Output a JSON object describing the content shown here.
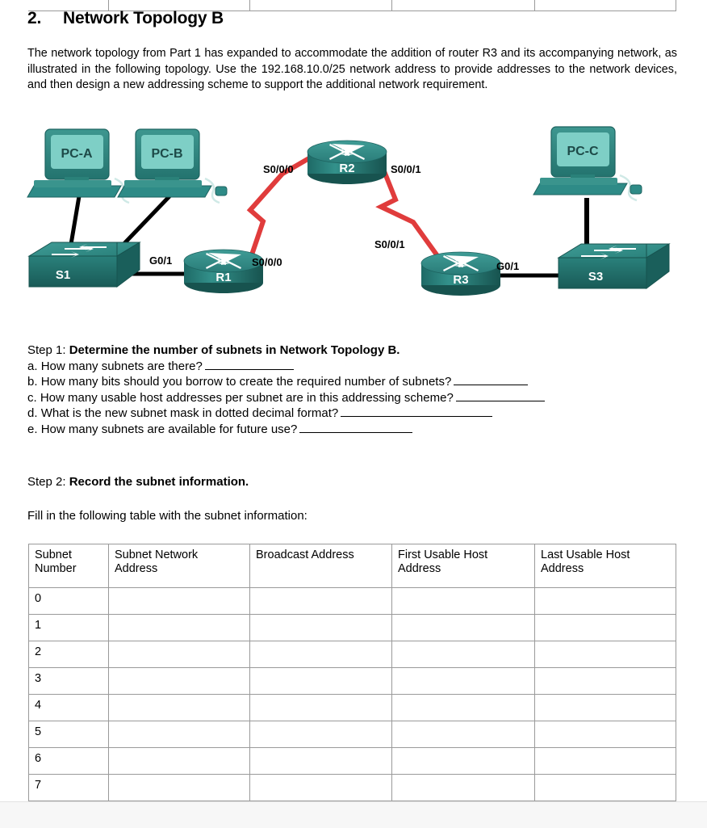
{
  "document": {
    "section_number": "2.",
    "section_title": "Network Topology B",
    "intro_paragraph": "The network topology from Part 1 has expanded to accommodate the addition of router R3 and its accompanying network, as illustrated in the following topology. Use the 192.168.10.0/25 network address to provide addresses to the network devices, and then design a new addressing scheme to support the additional network requirement."
  },
  "topology": {
    "devices": [
      {
        "id": "pc-a",
        "label": "PC-A",
        "type": "pc"
      },
      {
        "id": "pc-b",
        "label": "PC-B",
        "type": "pc"
      },
      {
        "id": "pc-c",
        "label": "PC-C",
        "type": "pc"
      },
      {
        "id": "s1",
        "label": "S1",
        "type": "switch"
      },
      {
        "id": "s3",
        "label": "S3",
        "type": "switch"
      },
      {
        "id": "r1",
        "label": "R1",
        "type": "router"
      },
      {
        "id": "r2",
        "label": "R2",
        "type": "router"
      },
      {
        "id": "r3",
        "label": "R3",
        "type": "router"
      }
    ],
    "interface_labels": {
      "r2_left": "S0/0/0",
      "r2_right": "S0/0/1",
      "r1_lan": "G0/1",
      "r1_wan": "S0/0/0",
      "r3_wan": "S0/0/1",
      "r3_lan": "G0/1"
    },
    "colors": {
      "device_teal": "#2e8b87",
      "device_teal_dark": "#1d6360",
      "serial_link_red": "#e03c3c",
      "ethernet_link_black": "#000000",
      "pc_screen": "#7ecfc6"
    }
  },
  "step1": {
    "label": "Step 1:",
    "title": "Determine the number of subnets in Network Topology B.",
    "questions": [
      {
        "key": "a.",
        "text": "How many subnets are there?",
        "blank_width": 110
      },
      {
        "key": "b.",
        "text": "How many bits should you borrow to create the required number of subnets?",
        "blank_width": 92
      },
      {
        "key": "c.",
        "text": "How many usable host addresses per subnet are in this addressing scheme?",
        "blank_width": 110
      },
      {
        "key": "d.",
        "text": "What is the new subnet mask in dotted decimal format?",
        "blank_width": 188
      },
      {
        "key": "e.",
        "text": "How many subnets are available for future use?",
        "blank_width": 140
      }
    ]
  },
  "step2": {
    "label": "Step 2:",
    "title": "Record the subnet information.",
    "instruction": "Fill in the following table with the subnet information:"
  },
  "subnet_table": {
    "headers": [
      "Subnet Number",
      "Subnet Network Address",
      "Broadcast Address",
      "First Usable Host Address",
      "Last Usable Host Address"
    ],
    "header_lines": [
      [
        "Subnet",
        "Number"
      ],
      [
        "Subnet Network",
        "Address"
      ],
      [
        "Broadcast Address",
        ""
      ],
      [
        "First Usable Host",
        "Address"
      ],
      [
        "Last Usable Host",
        "Address"
      ]
    ],
    "rows": [
      {
        "subnet_number": "0",
        "subnet_network_address": "",
        "broadcast_address": "",
        "first_usable_host_address": "",
        "last_usable_host_address": ""
      },
      {
        "subnet_number": "1",
        "subnet_network_address": "",
        "broadcast_address": "",
        "first_usable_host_address": "",
        "last_usable_host_address": ""
      },
      {
        "subnet_number": "2",
        "subnet_network_address": "",
        "broadcast_address": "",
        "first_usable_host_address": "",
        "last_usable_host_address": ""
      },
      {
        "subnet_number": "3",
        "subnet_network_address": "",
        "broadcast_address": "",
        "first_usable_host_address": "",
        "last_usable_host_address": ""
      },
      {
        "subnet_number": "4",
        "subnet_network_address": "",
        "broadcast_address": "",
        "first_usable_host_address": "",
        "last_usable_host_address": ""
      },
      {
        "subnet_number": "5",
        "subnet_network_address": "",
        "broadcast_address": "",
        "first_usable_host_address": "",
        "last_usable_host_address": ""
      },
      {
        "subnet_number": "6",
        "subnet_network_address": "",
        "broadcast_address": "",
        "first_usable_host_address": "",
        "last_usable_host_address": ""
      },
      {
        "subnet_number": "7",
        "subnet_network_address": "",
        "broadcast_address": "",
        "first_usable_host_address": "",
        "last_usable_host_address": ""
      }
    ]
  }
}
